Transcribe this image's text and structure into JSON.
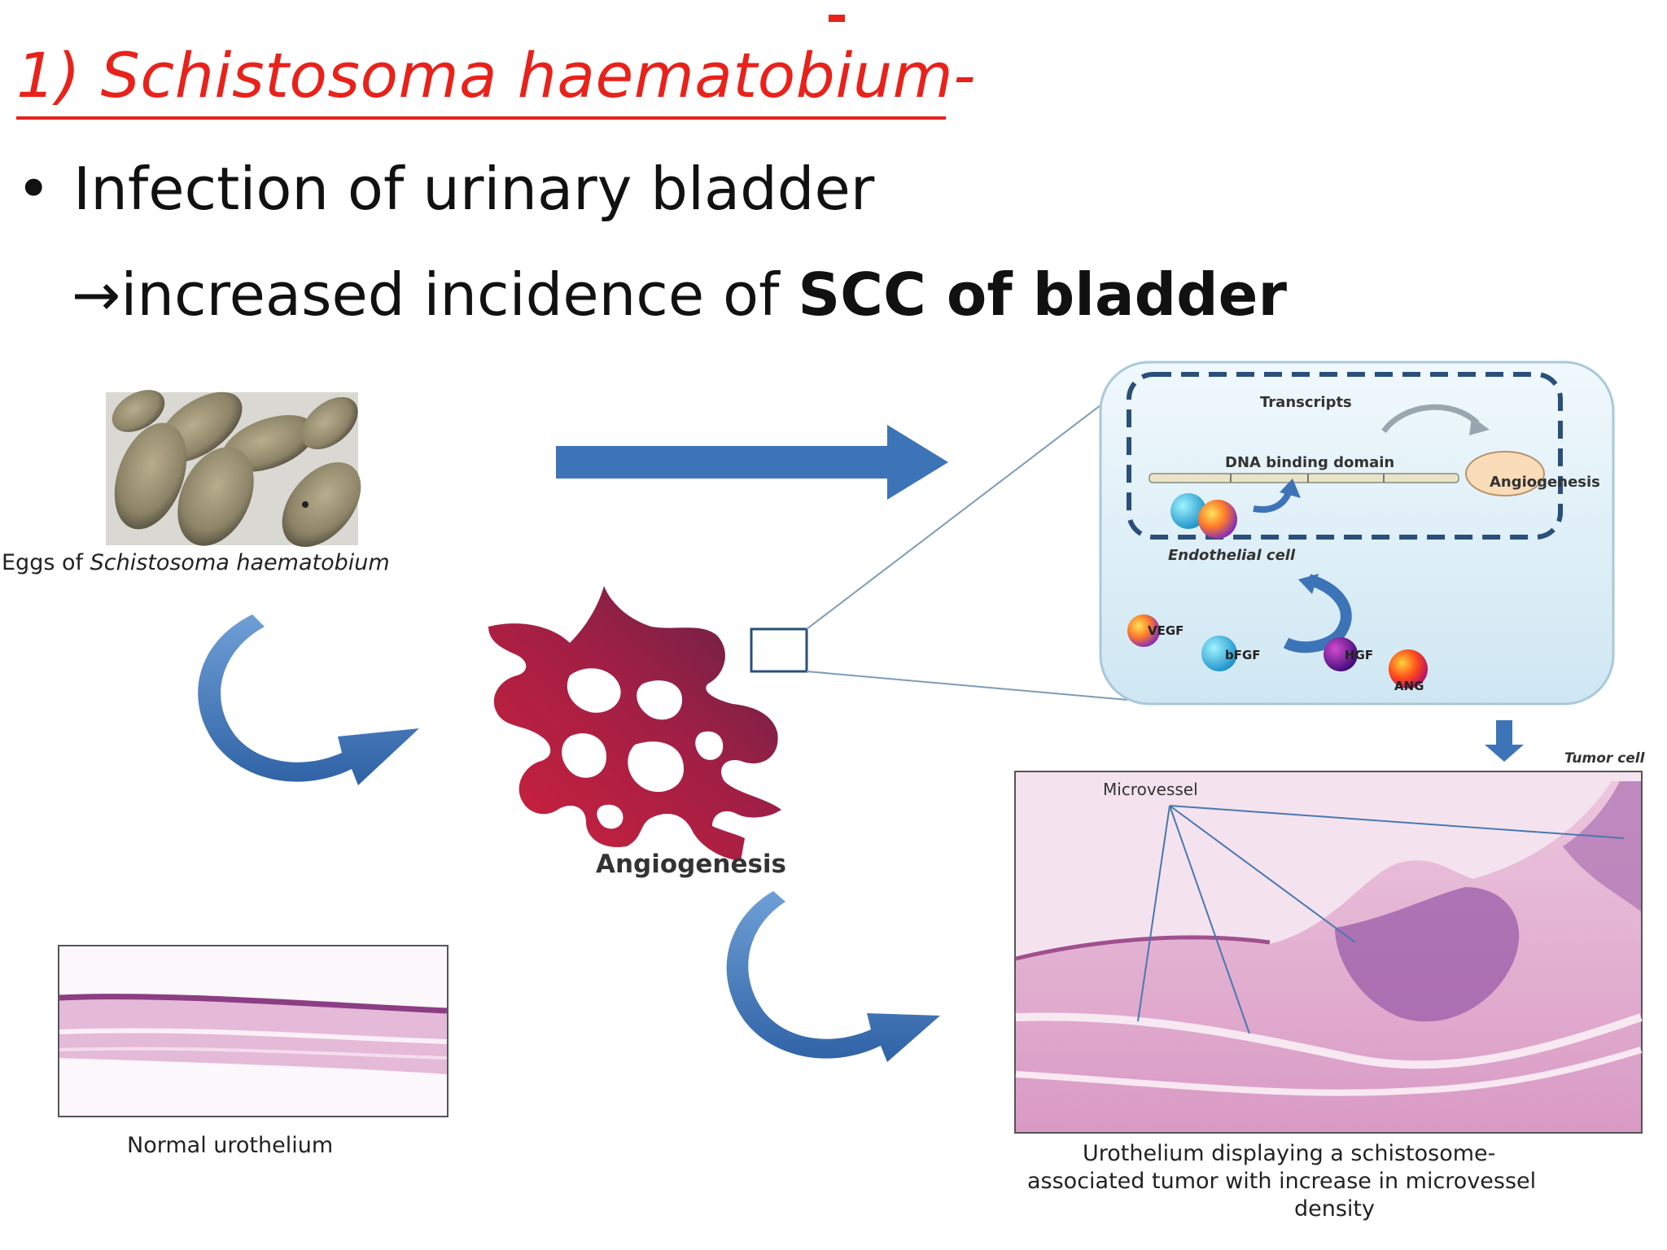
{
  "slide": {
    "title": "1) Schistosoma haematobium-",
    "bullets": [
      {
        "marker": "•",
        "text": "Infection of urinary bladder"
      }
    ],
    "arrow_line": {
      "arrow": "→",
      "prefix": "increased incidence of ",
      "emphasis": "SCC of bladder"
    }
  },
  "figure": {
    "eggs_caption_prefix": "Eggs of ",
    "eggs_caption_species": "Schistosoma haematobium",
    "angiogenesis_label": "Angiogenesis",
    "normal_caption": "Normal urothelium",
    "tumor_caption_line1": "Urothelium displaying  a schistosome-",
    "tumor_caption_line2": "associated tumor with increase in microvessel",
    "tumor_caption_line3": "density",
    "inset": {
      "transcripts": "Transcripts",
      "dna_domain": "DNA binding domain",
      "angiogenesis": "Angiogenesis",
      "endothelial_cell": "Endothelial cell",
      "factors": [
        "VEGF",
        "bFGF",
        "HGF",
        "ANG"
      ]
    },
    "microvessel_label": "Microvessel",
    "tumor_cell_label": "Tumor cell"
  },
  "colors": {
    "title_red": "#e8221b",
    "arrow_blue": "#3d74b8",
    "inset_bg": "#dff0f8",
    "vessel_red": "#c41a3a",
    "vessel_dark": "#6e2548",
    "tissue_pink": "#e7b6d6"
  }
}
